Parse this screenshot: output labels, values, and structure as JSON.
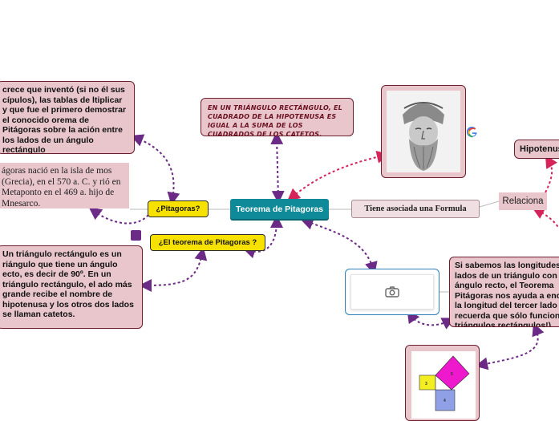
{
  "nodes": {
    "center": "Teorema de Pitagoras",
    "pitagoras": "¿Pitagoras?",
    "teorema": "¿El teorema de Pitagoras ?",
    "formula": "Tiene asociada una Formula",
    "relaciona": "Relaciona",
    "hipotenusa": "Hipotenus",
    "definicion": "En un triángulo rectángulo, el cuadrado de la hipotenusa es igual a la suma de los cuadrados de los catetos.",
    "invento": "crece que inventó (si no él sus cípulos), las tablas de ltiplicar y que fue el primero demostrar el conocido orema de Pitágoras sobre la ación entre los lados de un ángulo rectángulo",
    "biografia": "ágoras nació en la isla de mos (Grecia), en el 570 a. C. y rió en Metaponto en el 469 a. hijo de Mnesarco.",
    "triangulo": "Un triángulo rectángulo es un riángulo que tiene un ángulo ecto, es decir de 90º. En un triángulo rectángulo, el ado más grande recibe el nombre de hipotenusa y los otros dos lados se llaman catetos.",
    "longitud": "Si sabemos las longitudes lados de un triángulo con ángulo recto, el Teorema Pitágoras nos ayuda a enc la longitud del tercer lado recuerda que sólo funcion triángulos rectángulos!)"
  },
  "figure_labels": [
    "3",
    "4",
    "5"
  ],
  "icons": {
    "camera": "camera-icon",
    "google": "google-icon"
  },
  "colors": {
    "node_fill": "#e8c6cc",
    "node_border": "#6b1e2e",
    "topic_fill": "#f6e100",
    "central_fill": "#0f8a98",
    "connector": "#6b2a86",
    "connector_alt": "#d6245a"
  }
}
